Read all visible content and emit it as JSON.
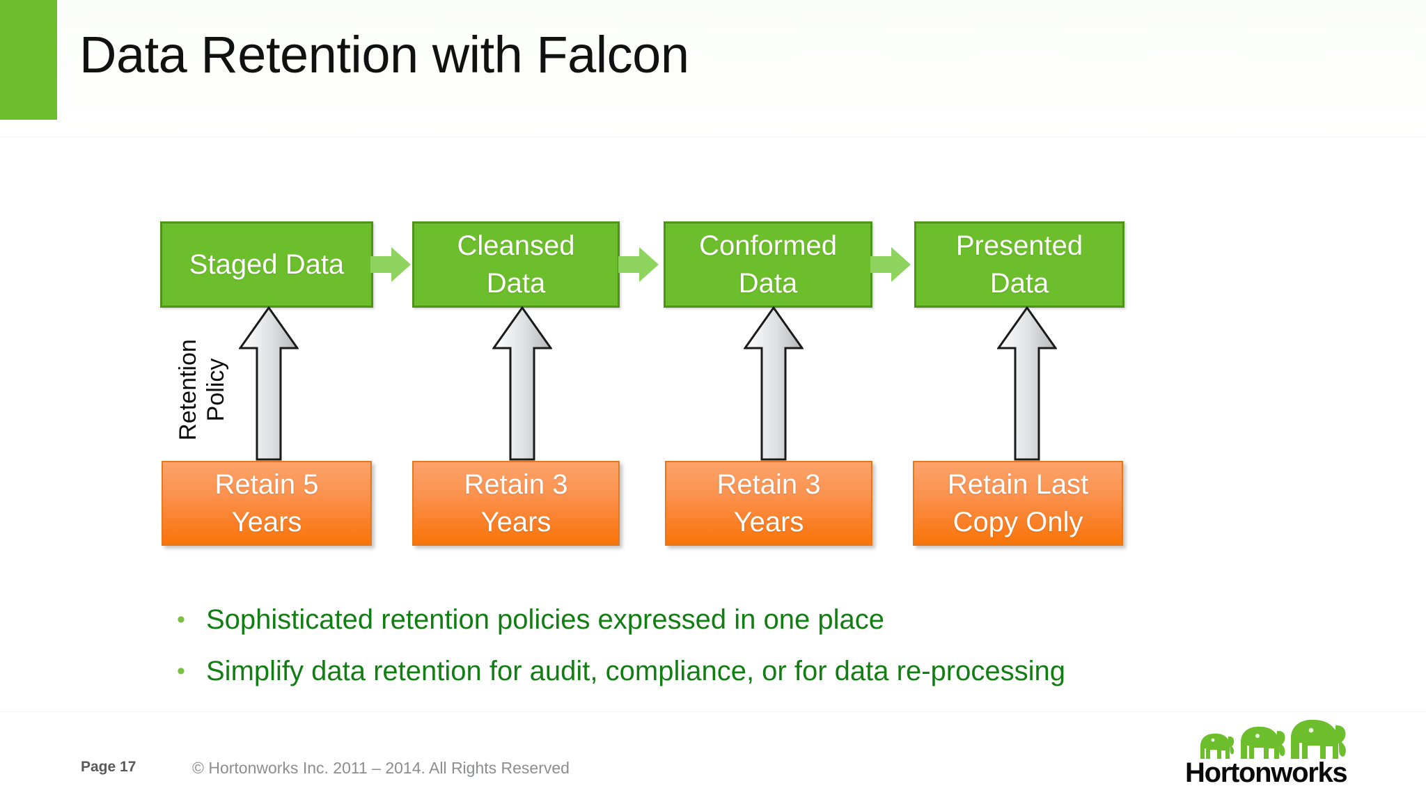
{
  "slide": {
    "title": "Data Retention with Falcon",
    "accent_green": "#6cbe2c",
    "stage_fill": "#6cbe2c",
    "stage_border": "#4e9418",
    "flow_arrow_color": "#8fd35f",
    "retain_fill_top": "#fba36a",
    "retain_fill_bottom": "#f87508",
    "retain_border": "#e8761a",
    "bullet_text_color": "#127d12",
    "bullet_marker_color": "#7ac143",
    "up_arrow_fill_light": "#ffffff",
    "up_arrow_fill_dark": "#b9babc",
    "up_arrow_outline": "#1a1a1a"
  },
  "pipeline": {
    "stages": [
      {
        "label": "Staged Data"
      },
      {
        "label": "Cleansed\nData"
      },
      {
        "label": "Conformed\nData"
      },
      {
        "label": "Presented\nData"
      }
    ],
    "flow_arrows": [
      {
        "icon": "right-arrow-icon"
      },
      {
        "icon": "right-arrow-icon"
      },
      {
        "icon": "right-arrow-icon"
      }
    ],
    "policy_arrows": [
      {
        "icon": "up-arrow-icon"
      },
      {
        "icon": "up-arrow-icon"
      },
      {
        "icon": "up-arrow-icon"
      },
      {
        "icon": "up-arrow-icon"
      }
    ],
    "policy_axis_label": "Retention\nPolicy",
    "retention_boxes": [
      {
        "label": "Retain 5\nYears"
      },
      {
        "label": "Retain 3\nYears"
      },
      {
        "label": "Retain 3\nYears"
      },
      {
        "label": "Retain Last\nCopy Only"
      }
    ]
  },
  "bullets": [
    {
      "marker": "•",
      "text": "Sophisticated retention policies expressed in one place"
    },
    {
      "marker": "•",
      "text": "Simplify data retention for audit, compliance, or for data re-processing"
    }
  ],
  "footer": {
    "page_label": "Page 17",
    "copyright": "© Hortonworks Inc. 2011 – 2014. All Rights Reserved"
  },
  "brand": {
    "wordmark": "Hortonworks",
    "logo_icon": "three-elephants-icon",
    "logo_green": "#6cbe2c"
  }
}
